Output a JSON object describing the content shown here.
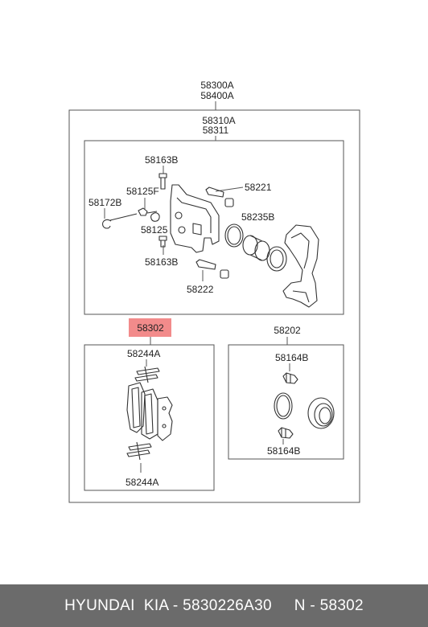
{
  "labels": {
    "assembly_a": "58300A",
    "assembly_b": "58400A",
    "caliper_a": "58310A",
    "caliper_b": "58311",
    "p58163b_top": "58163B",
    "p58125f": "58125F",
    "p58172b": "58172B",
    "p58221": "58221",
    "p58235b": "58235B",
    "p58125": "58125",
    "p58163b_bottom": "58163B",
    "p58222": "58222",
    "pad_kit": "58302",
    "seal_kit": "58202",
    "p58244a_top": "58244A",
    "p58244a_bottom": "58244A",
    "p58164b_top": "58164B",
    "p58164b_bottom": "58164B"
  },
  "colors": {
    "highlight": "#f28b8b",
    "footer_bg": "#6b6b6b"
  },
  "footer": {
    "text": "HYUNDAI  KIA - 5830226A30     N - 58302"
  }
}
